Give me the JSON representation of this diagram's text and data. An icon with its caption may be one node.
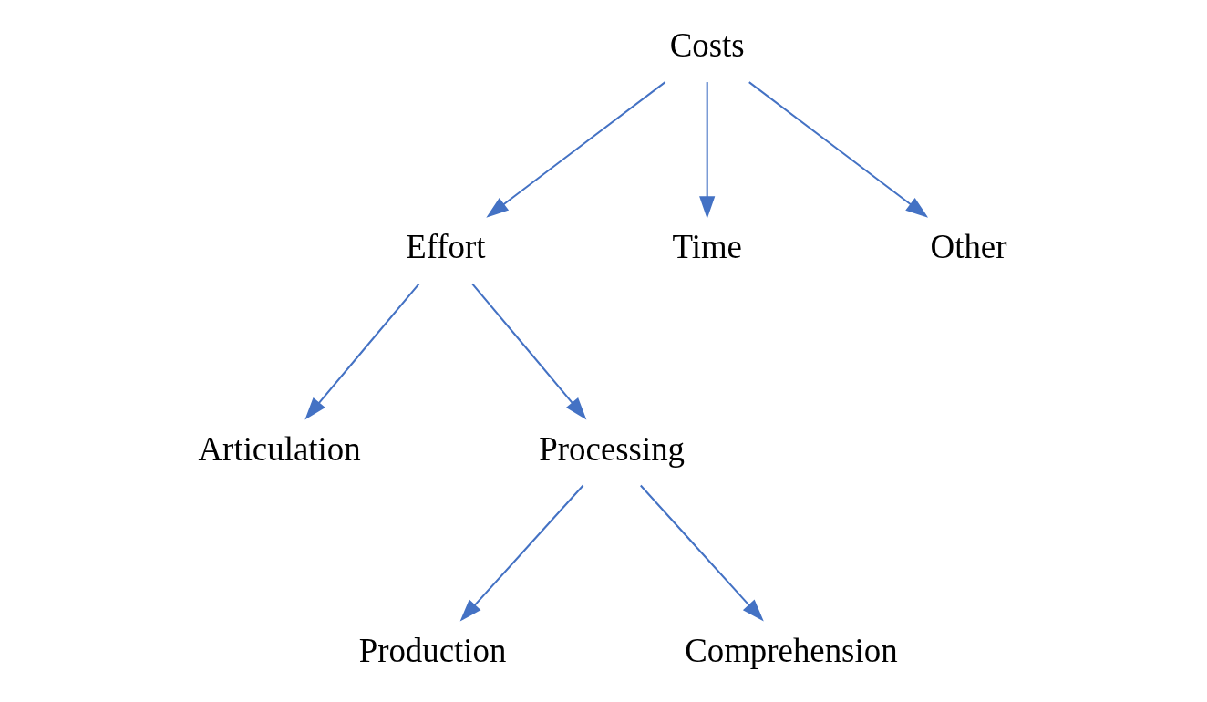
{
  "diagram": {
    "nodes": [
      {
        "text": [
          "Costs"
        ]
      },
      {
        "text": [
          "Effort"
        ]
      },
      {
        "text": [
          "Time"
        ]
      },
      {
        "text": [
          "Other"
        ]
      },
      {
        "text": [
          "Articulation"
        ]
      },
      {
        "text": [
          "Processing"
        ]
      },
      {
        "text": [
          "Production"
        ]
      },
      {
        "text": [
          "Comprehension"
        ]
      }
    ],
    "edges": [
      {
        "from": 0,
        "to": 1,
        "arrow": "to"
      },
      {
        "from": 0,
        "to": 2,
        "arrow": "to"
      },
      {
        "from": 0,
        "to": 3,
        "arrow": "to"
      },
      {
        "from": 1,
        "to": 4,
        "arrow": "to"
      },
      {
        "from": 1,
        "to": 5,
        "arrow": "to"
      },
      {
        "from": 5,
        "to": 6,
        "arrow": "to"
      },
      {
        "from": 5,
        "to": 7,
        "arrow": "to"
      }
    ]
  }
}
